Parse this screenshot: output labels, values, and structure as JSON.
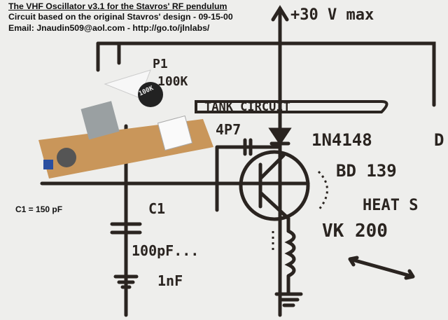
{
  "header": {
    "title": "The VHF Oscillator v3.1 for the Stavros' RF pendulum",
    "subtitle": "Circuit based on the original Stavros' design - 09-15-00",
    "contact": "Email: Jnaudin509@aol.com - http://go.to/jlnlabs/"
  },
  "note": "C1 = 150 pF",
  "schematic_labels": {
    "supply": "+30 V max",
    "pot": "P1",
    "pot_value": "100K",
    "tank": "TANK CIRCUIT",
    "cap_small": "4P7",
    "diode": "1N4148",
    "diode_ref": "D",
    "transistor": "BD 139",
    "heatsink": "HEAT S",
    "choke": "VK 200",
    "cap_ref": "C1",
    "cap_range_low": "100pF...",
    "cap_range_high": "1nF"
  },
  "board_labels": {
    "pot_marking": "100K"
  },
  "colors": {
    "ink": "#2a2420",
    "paper": "#eeeeec",
    "board": "#c9965a"
  }
}
